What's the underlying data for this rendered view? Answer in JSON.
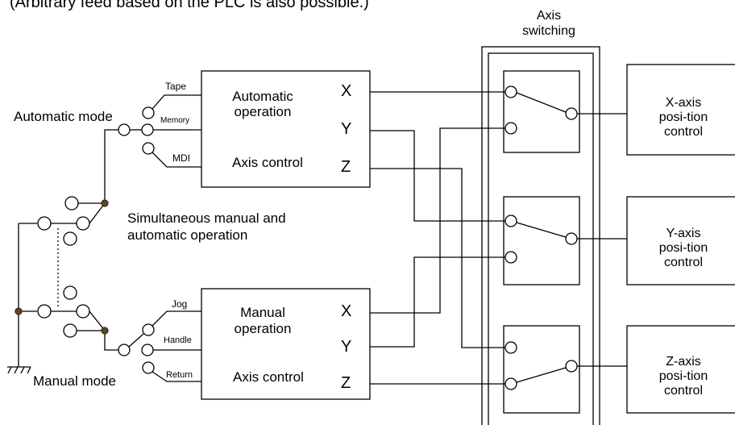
{
  "header": {
    "note": "(Arbitrary feed based on the PLC is also possible.)",
    "axis_switching": [
      "Axis",
      "switching"
    ]
  },
  "modes": {
    "automatic": "Automatic mode",
    "manual": "Manual mode",
    "simultaneous": [
      "Simultaneous manual and",
      "automatic operation"
    ]
  },
  "automatic_block": {
    "operation": [
      "Automatic",
      "operation"
    ],
    "axis_control": "Axis control",
    "inputs": [
      "Tape",
      "Memory",
      "MDI"
    ],
    "outputs": [
      "X",
      "Y",
      "Z"
    ]
  },
  "manual_block": {
    "operation": [
      "Manual",
      "operation"
    ],
    "axis_control": "Axis control",
    "inputs": [
      "Jog",
      "Handle",
      "Return"
    ],
    "outputs": [
      "X",
      "Y",
      "Z"
    ]
  },
  "position_controls": [
    [
      "X-axis",
      "posi-tion",
      "control"
    ],
    [
      "Y-axis",
      "posi-tion",
      "control"
    ],
    [
      "Z-axis",
      "posi-tion",
      "control"
    ]
  ]
}
